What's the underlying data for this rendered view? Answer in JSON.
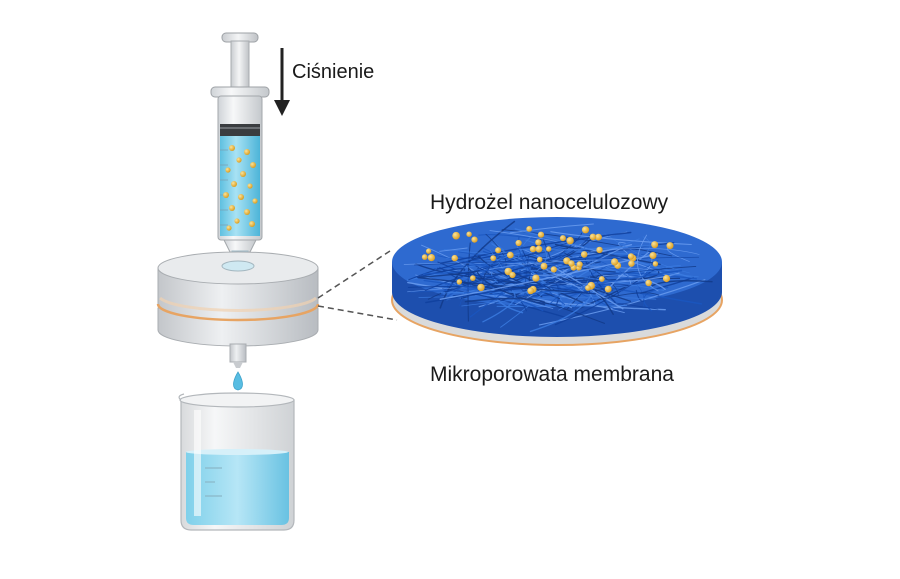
{
  "labels": {
    "pressure": "Ciśnienie",
    "hydrogel": "Hydrożel nanocelulozowy",
    "membrane": "Mikroporowata membrana"
  },
  "colors": {
    "fiber_blue": "#1f5cc4",
    "particle_yellow": "#e8b830",
    "liquid_blue": "#6cc8e6",
    "filter_grey": "#d6d8db",
    "membrane_orange": "#e7a463",
    "dashed_line": "#555555"
  }
}
